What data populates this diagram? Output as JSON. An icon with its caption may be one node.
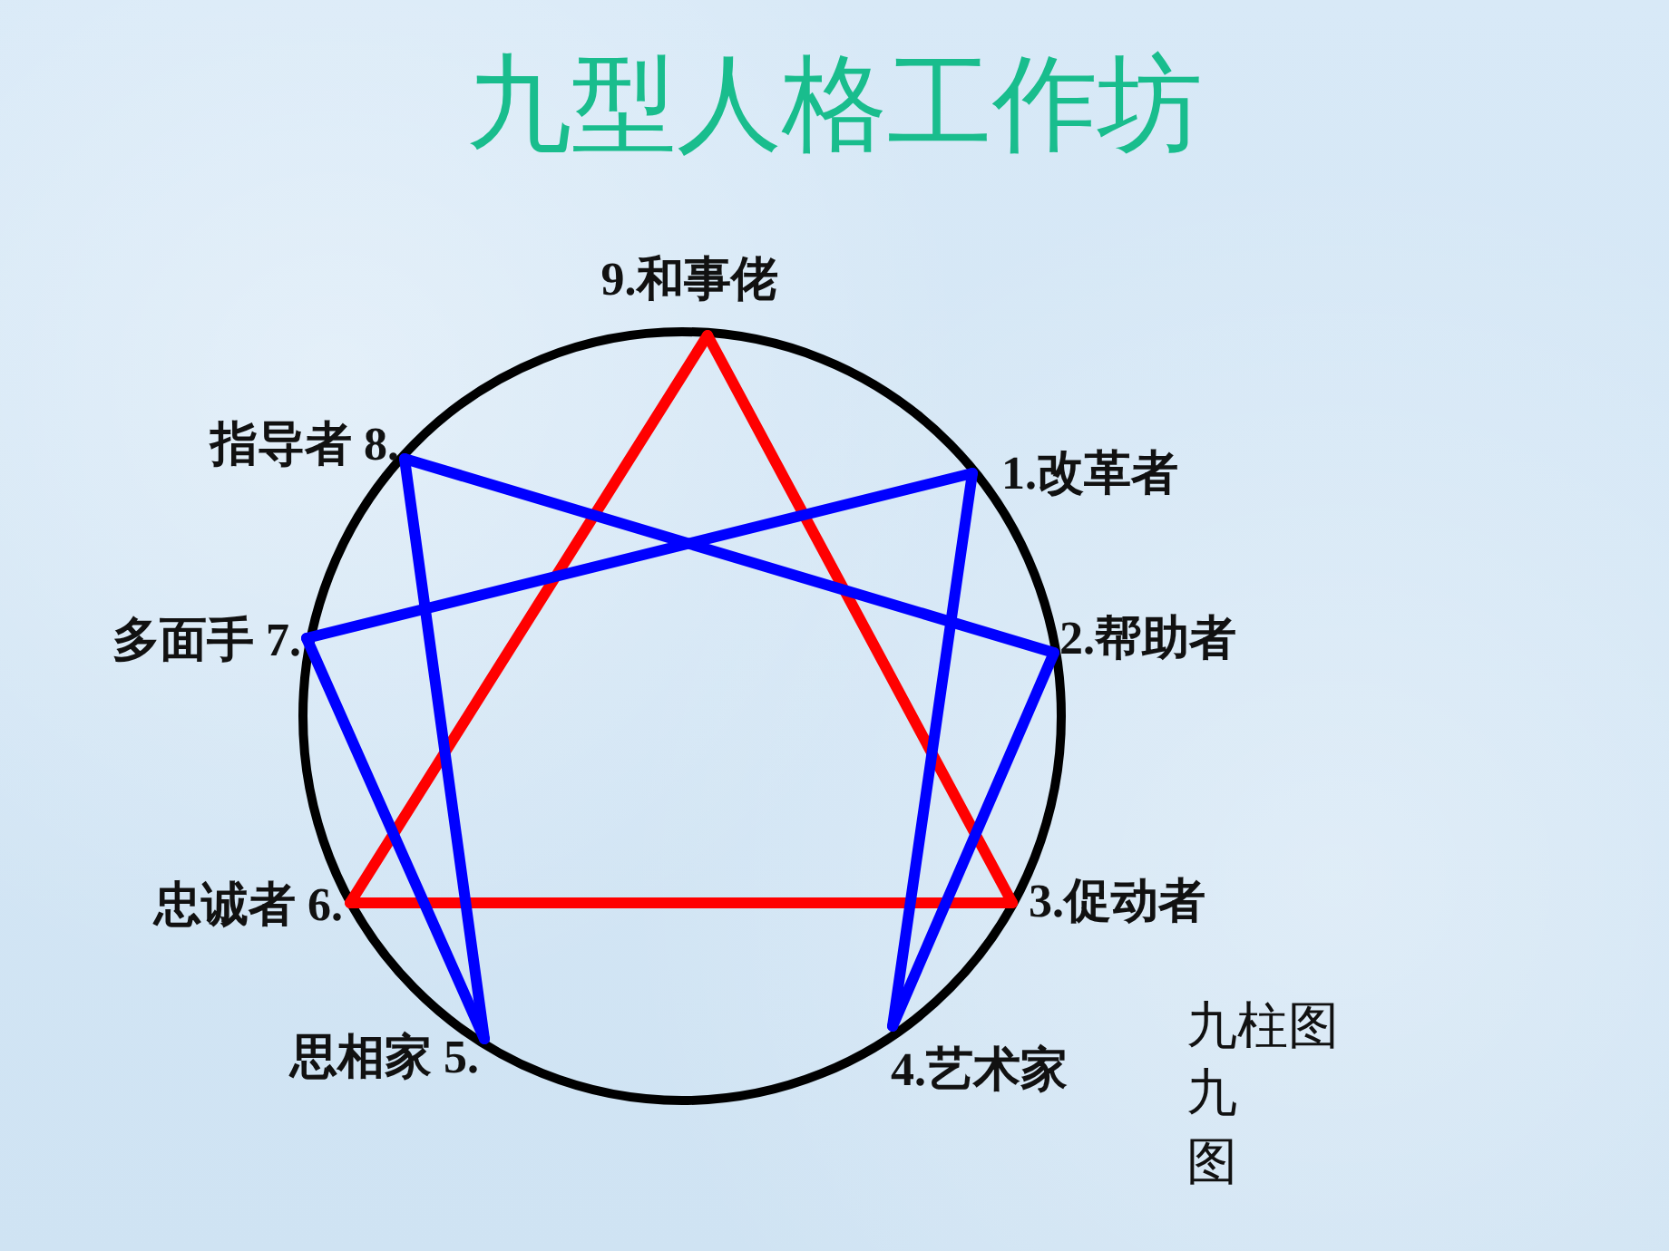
{
  "diagram": {
    "title": "九型人格工作坊",
    "nodes": [
      {
        "text": [
          "9.和事佬"
        ]
      },
      {
        "text": [
          "指导者 8."
        ]
      },
      {
        "text": [
          "1.改革者"
        ]
      },
      {
        "text": [
          "多面手 7."
        ]
      },
      {
        "text": [
          "2.帮助者"
        ]
      },
      {
        "text": [
          "忠诚者 6."
        ]
      },
      {
        "text": [
          "3.促动者"
        ]
      },
      {
        "text": [
          "思相家 5."
        ]
      },
      {
        "text": [
          "4.艺术家"
        ]
      }
    ],
    "edges": [
      {
        "from": 0,
        "to": 6,
        "arrow": "none",
        "color": "#ff0000"
      },
      {
        "from": 6,
        "to": 5,
        "arrow": "none",
        "color": "#ff0000"
      },
      {
        "from": 5,
        "to": 0,
        "arrow": "none",
        "color": "#ff0000"
      },
      {
        "from": 2,
        "to": 8,
        "arrow": "none"
      },
      {
        "from": 8,
        "to": 4,
        "arrow": "none"
      },
      {
        "from": 4,
        "to": 1,
        "arrow": "none"
      },
      {
        "from": 1,
        "to": 7,
        "arrow": "none"
      },
      {
        "from": 7,
        "to": 3,
        "arrow": "none"
      },
      {
        "from": 3,
        "to": 2,
        "arrow": "none"
      }
    ],
    "labels": [
      "九柱图",
      "九",
      "图"
    ]
  }
}
